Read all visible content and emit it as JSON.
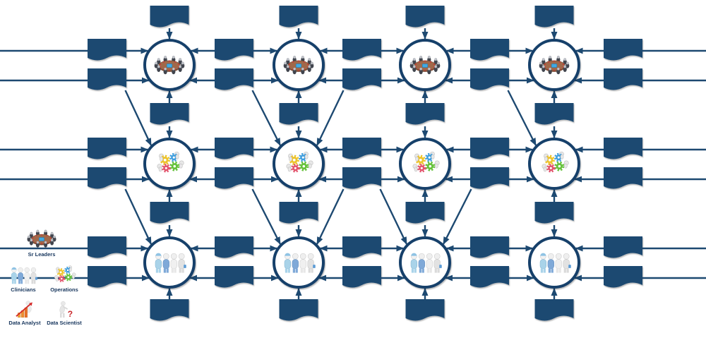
{
  "background_color": "#ffffff",
  "colors": {
    "shape_fill": "#1d4971",
    "connector": "#1d4971",
    "node_border": "#16406b",
    "node_fill": "#ffffff",
    "legend_text": "#17365d"
  },
  "legend": {
    "items": [
      {
        "label": "Sr Leaders",
        "icon": "sr-leaders-icon"
      },
      {
        "label": "Clinicians",
        "icon": "clinicians-icon"
      },
      {
        "label": "Operations",
        "icon": "operations-icon"
      },
      {
        "label": "Data Analyst",
        "icon": "data-analyst-icon"
      },
      {
        "label": "Data Scientist",
        "icon": "data-scientist-icon"
      }
    ]
  },
  "diagram": {
    "grid": {
      "columns": 4,
      "rows": 3
    },
    "rows": [
      {
        "role": "sr-leaders",
        "icon": "sr-leaders-icon"
      },
      {
        "role": "operations",
        "icon": "operations-icon"
      },
      {
        "role": "clinicians",
        "icon": "clinicians-icon"
      }
    ],
    "node_shape": "circle",
    "feeder_shape": "document",
    "diagonal_links": [
      {
        "from_row": 0,
        "gap": 0,
        "to_col": 0
      },
      {
        "from_row": 0,
        "gap": 1,
        "to_col": 1
      },
      {
        "from_row": 0,
        "gap": 2,
        "to_col": 1
      },
      {
        "from_row": 0,
        "gap": 3,
        "to_col": 3
      },
      {
        "from_row": 1,
        "gap": 0,
        "to_col": 0
      },
      {
        "from_row": 1,
        "gap": 1,
        "to_col": 1
      },
      {
        "from_row": 1,
        "gap": 2,
        "to_col": 1
      },
      {
        "from_row": 1,
        "gap": 2,
        "to_col": 2
      },
      {
        "from_row": 1,
        "gap": 3,
        "to_col": 2
      }
    ]
  }
}
